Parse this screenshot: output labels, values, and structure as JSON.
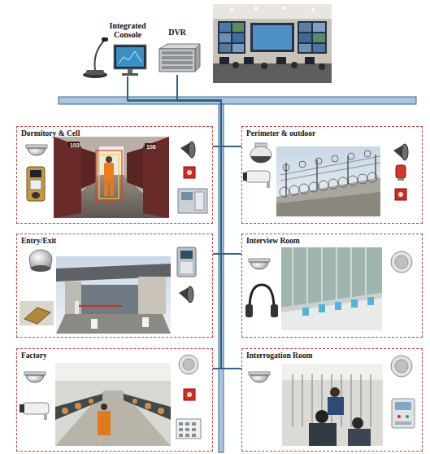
{
  "diagram": {
    "nodes": [
      {
        "text": [
          "Integrated Console"
        ]
      },
      {
        "text": [
          "DVR"
        ]
      },
      {
        "text": [
          "Dormitory & Cell"
        ]
      },
      {
        "text": [
          "Perimeter & outdoor"
        ]
      },
      {
        "text": [
          "Entry/Exit"
        ]
      },
      {
        "text": [
          "Interview Room"
        ]
      },
      {
        "text": [
          "Factory"
        ]
      },
      {
        "text": [
          "Interrogation Room"
        ]
      }
    ],
    "edges": [
      {
        "from": 0,
        "to": 2,
        "arrow": "none"
      },
      {
        "from": 1,
        "to": 2,
        "arrow": "none"
      },
      {
        "from": 0,
        "to": 3,
        "arrow": "none"
      },
      {
        "from": 1,
        "to": 3,
        "arrow": "none"
      },
      {
        "from": 0,
        "to": 4,
        "arrow": "none"
      },
      {
        "from": 1,
        "to": 4,
        "arrow": "none"
      },
      {
        "from": 0,
        "to": 5,
        "arrow": "none"
      },
      {
        "from": 1,
        "to": 5,
        "arrow": "none"
      },
      {
        "from": 0,
        "to": 6,
        "arrow": "none"
      },
      {
        "from": 1,
        "to": 6,
        "arrow": "none"
      },
      {
        "from": 0,
        "to": 7,
        "arrow": "none"
      },
      {
        "from": 1,
        "to": 7,
        "arrow": "none"
      }
    ],
    "labels": [
      "103",
      "108"
    ]
  }
}
